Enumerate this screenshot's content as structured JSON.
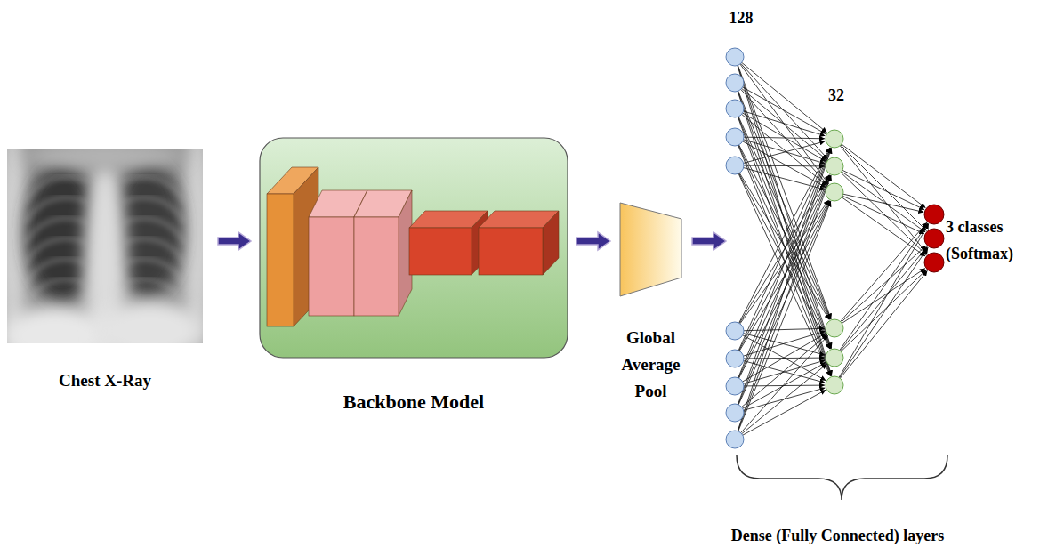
{
  "diagram": {
    "nodes": [
      {
        "text": [
          "Chest X-Ray"
        ]
      },
      {
        "text": [
          "Backbone Model"
        ]
      },
      {
        "text": [
          "Global Average Pool"
        ]
      },
      {
        "text": [
          "Dense (Fully Connected) layers"
        ]
      }
    ],
    "edges": [
      {
        "from": 0,
        "to": 1,
        "arrow": "to"
      },
      {
        "from": 1,
        "to": 2,
        "arrow": "to"
      },
      {
        "from": 2,
        "to": 3,
        "arrow": "to"
      }
    ],
    "labels": [
      "128",
      "32",
      "3 classes (Softmax)"
    ]
  }
}
